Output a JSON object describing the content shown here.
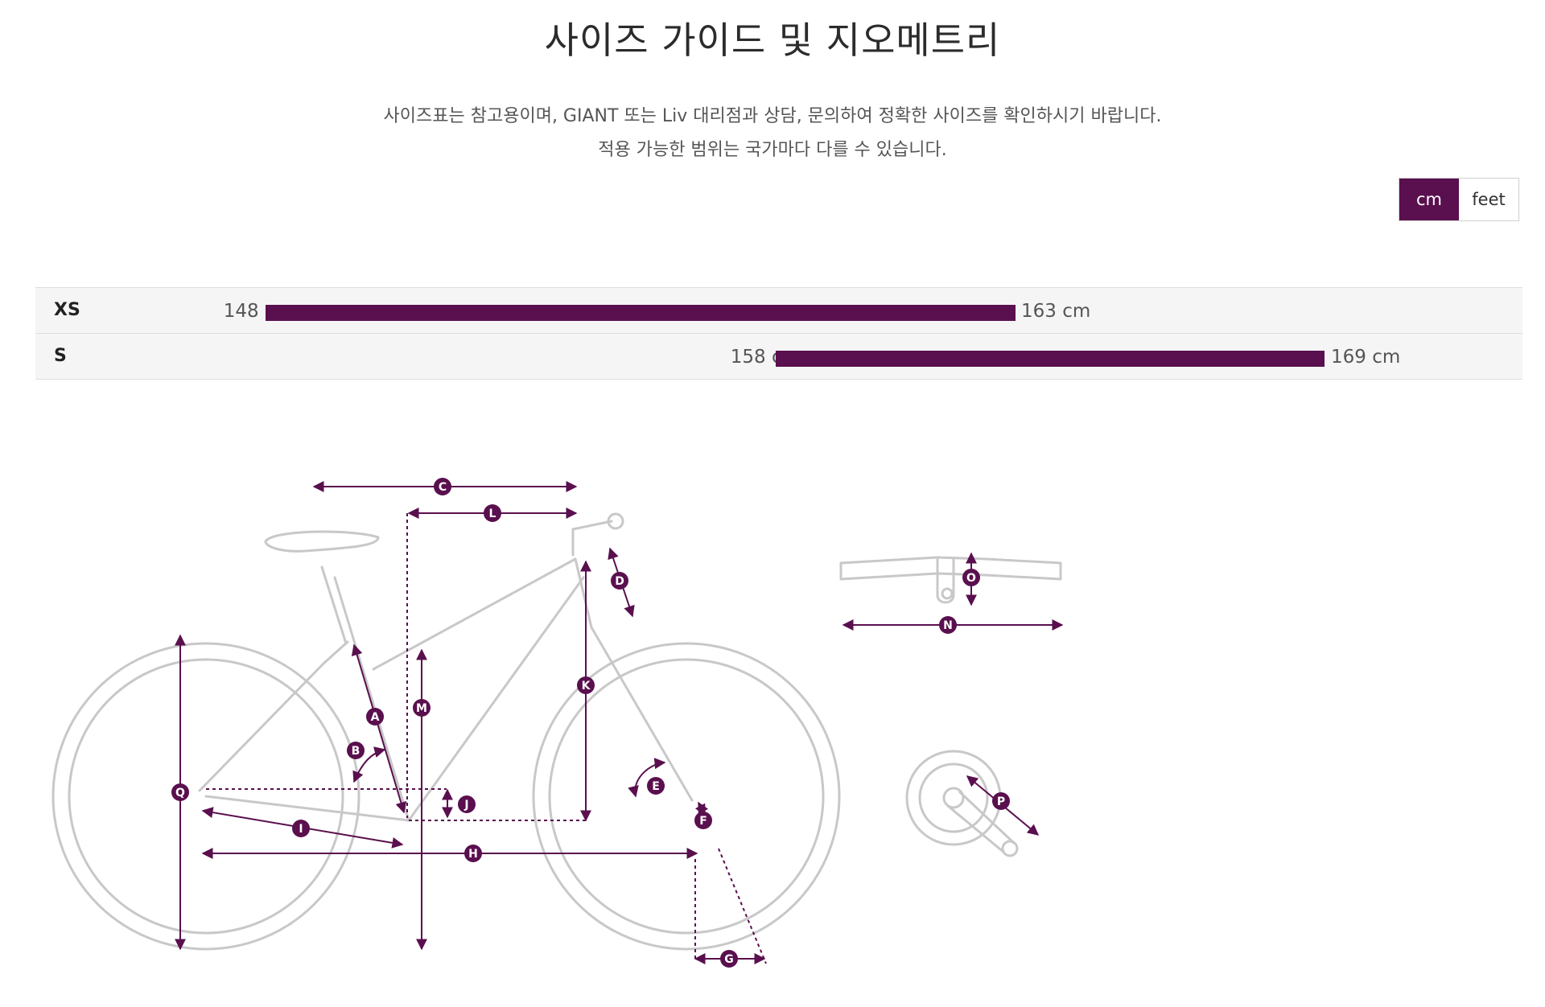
{
  "page": {
    "title": "사이즈 가이드 및 지오메트리",
    "subtitle_line1": "사이즈표는 참고용이며, GIANT 또는 Liv 대리점과 상담, 문의하여 정확한 사이즈를 확인하시기 바랍니다.",
    "subtitle_line2": "적용 가능한 범위는 국가마다 다를 수 있습니다."
  },
  "unit_toggle": {
    "options": [
      "cm",
      "feet"
    ],
    "selected": "cm"
  },
  "sizes": [
    {
      "label": "XS",
      "min": 148,
      "max": 163,
      "min_label": "148 cm",
      "max_label": "163 cm"
    },
    {
      "label": "S",
      "min": 158,
      "max": 169,
      "min_label": "158 cm",
      "max_label": "169 cm"
    }
  ],
  "geometry": {
    "labels": [
      "A",
      "B",
      "C",
      "D",
      "E",
      "F",
      "G",
      "H",
      "I",
      "K",
      "L",
      "M",
      "N",
      "O",
      "P",
      "Q",
      "J"
    ]
  },
  "colors": {
    "accent": "#5a0f4e",
    "line": "#c8c8c8",
    "row_bg": "#f5f5f5"
  }
}
